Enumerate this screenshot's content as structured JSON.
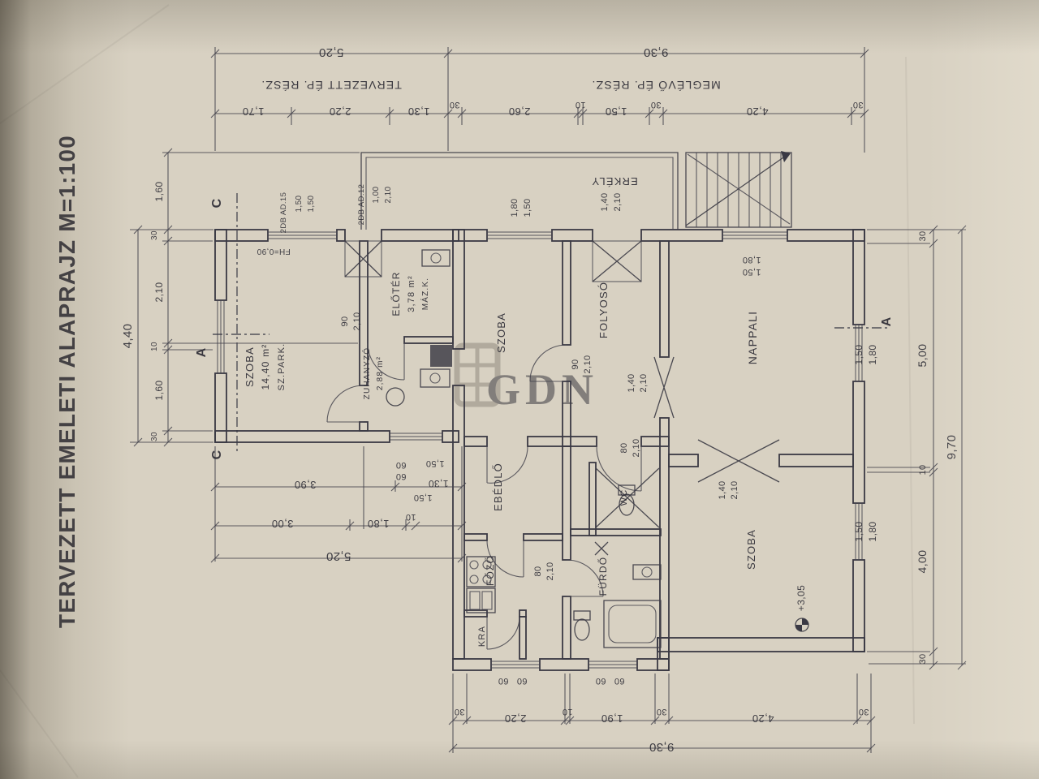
{
  "colors": {
    "paper": "#d8d1c2",
    "ink": "#3a3944",
    "watermark": "#8b857a"
  },
  "title": "TERVEZETT EMELETI ALAPRAJZ M=1:100",
  "watermark": "GDN",
  "sections": {
    "c": "C",
    "a": "A"
  },
  "level_mark": "+3,05",
  "notes": {
    "fh": "FH=0,90",
    "rad15": "2DB AD.15",
    "rad12": "2DB AD.12"
  },
  "rooms": {
    "szoba1": [
      "SZOBA",
      "14,40 m²",
      "SZ.PARK."
    ],
    "eloter": [
      "ELŐTÉR",
      "3,78 m²",
      "MÁZ.K."
    ],
    "zuhanyzo": [
      "ZUHANYZÓ",
      "2,88 m²"
    ],
    "szoba2": "SZOBA",
    "folyoso": "FOLYOSÓ",
    "nappali": "NAPPALI",
    "ebedlo": "EBÉDLŐ",
    "szoba3": "SZOBA",
    "fozo": "FŐZŐ",
    "furdo": "FÜRDŐ",
    "wc": "WC",
    "kamra": "KRA",
    "erkely": "ERKÉLY"
  },
  "dims": {
    "top_overall": [
      "5,20",
      "9,30"
    ],
    "top_parts": [
      "TERVEZETT ÉP. RÉSZ.",
      "MEGLÉVŐ ÉP. RÉSZ."
    ],
    "top_detail": [
      "1,70",
      "2,20",
      "1,30",
      "30",
      "2,60",
      "10",
      "1,50",
      "30",
      "4,20",
      "30"
    ],
    "left_overall": "4,40",
    "left_detail": [
      "1,60",
      "30",
      "2,10",
      "10",
      "1,60",
      "30"
    ],
    "right_detail": [
      "30",
      "5,00",
      "10",
      "4,00",
      "30"
    ],
    "right_overall": "9,70",
    "bottom_detail": [
      "30",
      "2,20",
      "10",
      "1,90",
      "30",
      "4,20",
      "30"
    ],
    "bottom_overall": "9,30",
    "mid_rows": [
      [
        "3,90",
        "1,30"
      ],
      [
        "3,00",
        "1,80",
        "10"
      ],
      [
        "5,20"
      ]
    ],
    "sixties": [
      "60",
      "60",
      "60",
      "60",
      "60",
      "60"
    ],
    "one_fifties": [
      "1,50",
      "1,50"
    ],
    "rad15_size": [
      "1,50",
      "1,50"
    ],
    "rad12_size": [
      "1,00",
      "2,10"
    ],
    "win_szoba2": [
      "1,80",
      "1,50"
    ],
    "door_erkely": [
      "1,40",
      "2,10"
    ],
    "win_nappali": [
      "1,80",
      "1,50"
    ],
    "win_right_upper": [
      "1,50",
      "1,80"
    ],
    "win_right_lower": [
      "1,50",
      "1,80"
    ],
    "door_zuhanyzo": [
      "90",
      "2,10"
    ],
    "door_szoba2": [
      "90",
      "2,10"
    ],
    "door_nappali": [
      "1,40",
      "2,10"
    ],
    "door_wc": [
      "80",
      "2,10"
    ],
    "door_furdo": [
      "80",
      "2,10"
    ],
    "opening_szoba3": [
      "1,40",
      "2,10"
    ]
  }
}
